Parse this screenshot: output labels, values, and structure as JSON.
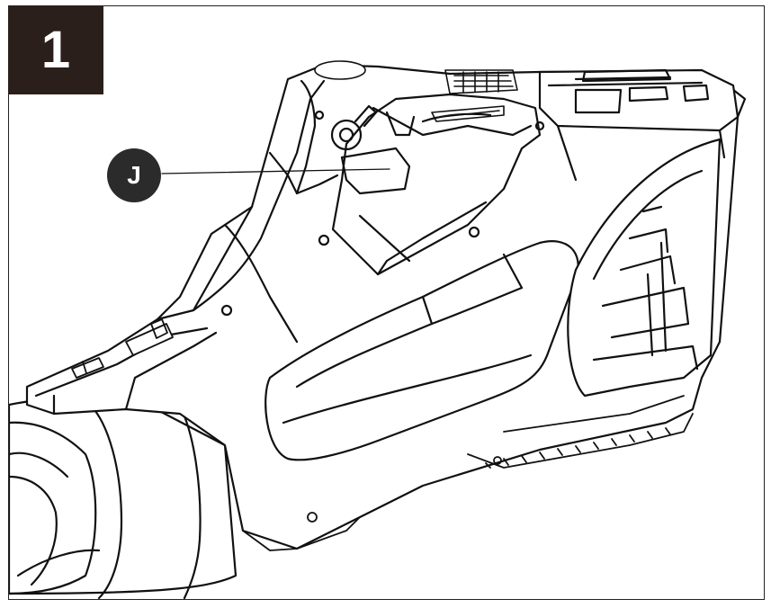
{
  "step": {
    "number": "1"
  },
  "callout": {
    "label": "J"
  },
  "colors": {
    "badge": "#2b1f1c",
    "callout": "#2b2b2b",
    "line": "#111111"
  },
  "illustration": {
    "subject": "leaf-blower-handle-line-drawing"
  }
}
